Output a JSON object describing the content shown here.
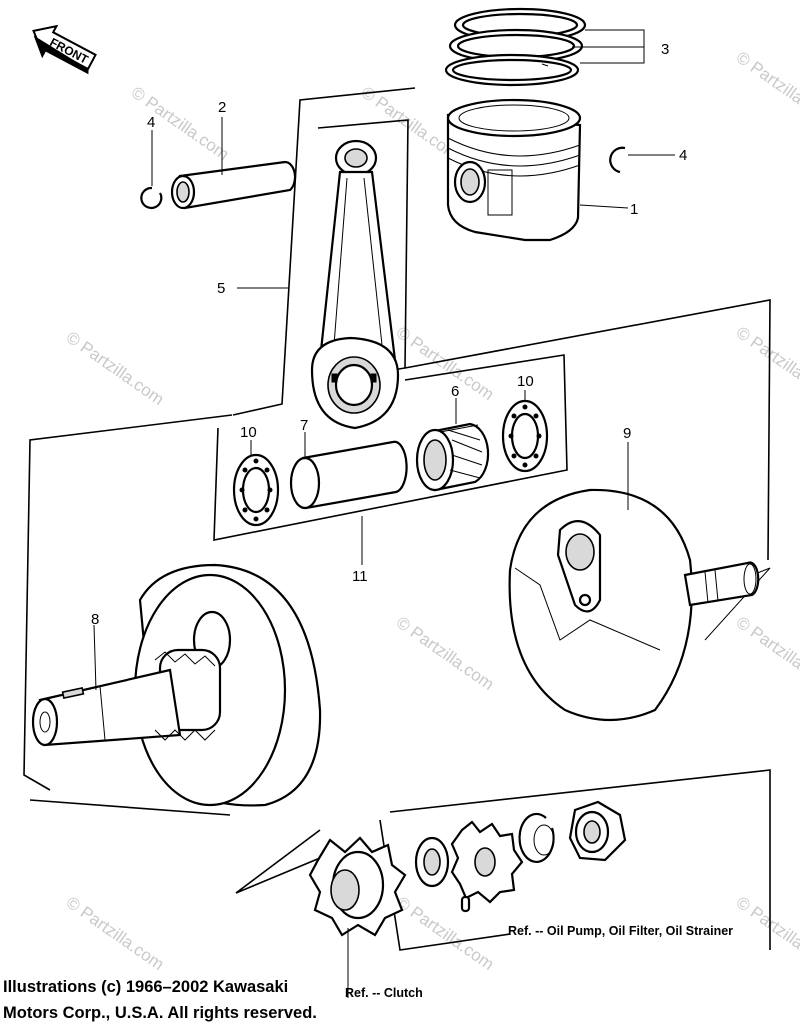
{
  "front_label": "FRONT",
  "watermark": "© Partzilla.com",
  "callouts": {
    "c1": "1",
    "c2": "2",
    "c3": "3",
    "c4a": "4",
    "c4b": "4",
    "c5": "5",
    "c6": "6",
    "c7": "7",
    "c8": "8",
    "c9": "9",
    "c10a": "10",
    "c10b": "10",
    "c11": "11"
  },
  "refs": {
    "oil": "Ref. -- Oil Pump, Oil Filter, Oil Strainer",
    "clutch": "Ref. -- Clutch"
  },
  "copyright": {
    "line1": "Illustrations (c) 1966–2002 Kawasaki",
    "line2": "Motors Corp., U.S.A.  All rights reserved."
  }
}
